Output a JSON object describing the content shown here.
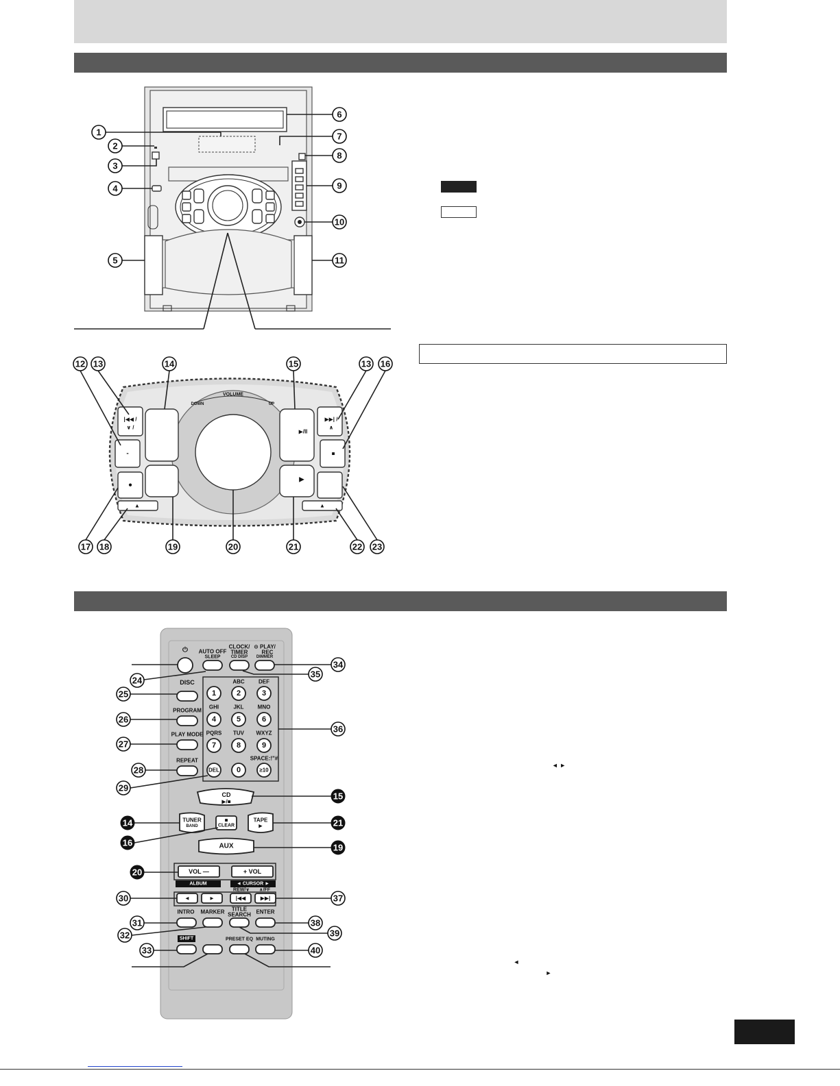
{
  "callouts": {
    "c1": "1",
    "c2": "2",
    "c3": "3",
    "c4": "4",
    "c5": "5",
    "c6": "6",
    "c7": "7",
    "c8": "8",
    "c9": "9",
    "c10": "10",
    "c11": "11",
    "c12": "12",
    "c13": "13",
    "c13b": "13",
    "c14": "14",
    "c15": "15",
    "c16": "16",
    "c17": "17",
    "c18": "18",
    "c19": "19",
    "c20": "20",
    "c21": "21",
    "c22": "22",
    "c23": "23",
    "r24": "24",
    "r25": "25",
    "r26": "26",
    "r27": "27",
    "r28": "28",
    "r29": "29",
    "r30": "30",
    "r31": "31",
    "r32": "32",
    "r33": "33",
    "r34": "34",
    "r35": "35",
    "r36": "36",
    "r37": "37",
    "r38": "38",
    "r39": "39",
    "r40": "40",
    "r14": "14",
    "r15": "15",
    "r16": "16",
    "r19": "19",
    "r20": "20",
    "r21": "21"
  },
  "panel": {
    "volume": "VOLUME",
    "down": "DOWN",
    "up": "UP",
    "skip_back": "|◀◀ /",
    "skip_back_2": "∨ /",
    "skip_fwd": "▶▶| /",
    "skip_fwd_2": "∧",
    "play_pause": "▶/II",
    "stop": "■",
    "rec": "●",
    "play": "▶",
    "eject_left": "▲",
    "eject_right": "▲",
    "minus": "-"
  },
  "remote": {
    "power": "⏻",
    "auto_off": "AUTO OFF",
    "sleep": "SLEEP",
    "clock_timer": "CLOCK/",
    "timer": "TIMER",
    "cd_disp": "CD DISP",
    "play_rec": "⊙ PLAY/",
    "rec": "REC",
    "dimmer": "DIMMER",
    "disc": "DISC",
    "program": "PROGRAM",
    "play_mode": "PLAY MODE",
    "repeat": "REPEAT",
    "del": "DEL",
    "abc": "ABC",
    "def": "DEF",
    "ghi": "GHI",
    "jkl": "JKL",
    "mno": "MNO",
    "pqrs": "PQRS",
    "tuv": "TUV",
    "wxyz": "WXYZ",
    "space": "SPACE:!\"#",
    "n1": "1",
    "n2": "2",
    "n3": "3",
    "n4": "4",
    "n5": "5",
    "n6": "6",
    "n7": "7",
    "n8": "8",
    "n9": "9",
    "n0": "0",
    "n10": "≥10",
    "cd": "CD",
    "cd_sym": "▶/■",
    "tuner": "TUNER",
    "band": "BAND",
    "clear_sym": "■",
    "clear": "CLEAR",
    "tape": "TAPE",
    "tape_sym": "▶",
    "aux": "AUX",
    "vol_minus": "VOL —",
    "vol_plus": "+ VOL",
    "album": "ALBUM",
    "cursor": "◄ CURSOR ►",
    "rew": "REW/∨",
    "ff": "∧/FF",
    "prev_sym": "|◀◀",
    "next_sym": "▶▶|",
    "alb_down": "◄",
    "alb_up": "►",
    "intro": "INTRO",
    "marker": "MARKER",
    "title_search": "TITLE",
    "search": "SEARCH",
    "enter": "ENTER",
    "shift": "SHIFT",
    "preset_eq": "PRESET EQ",
    "muting": "MUTING"
  },
  "text_marks": {
    "arrows_1": "◄   ►",
    "arrow_2": "◄",
    "arrow_3": "►"
  }
}
